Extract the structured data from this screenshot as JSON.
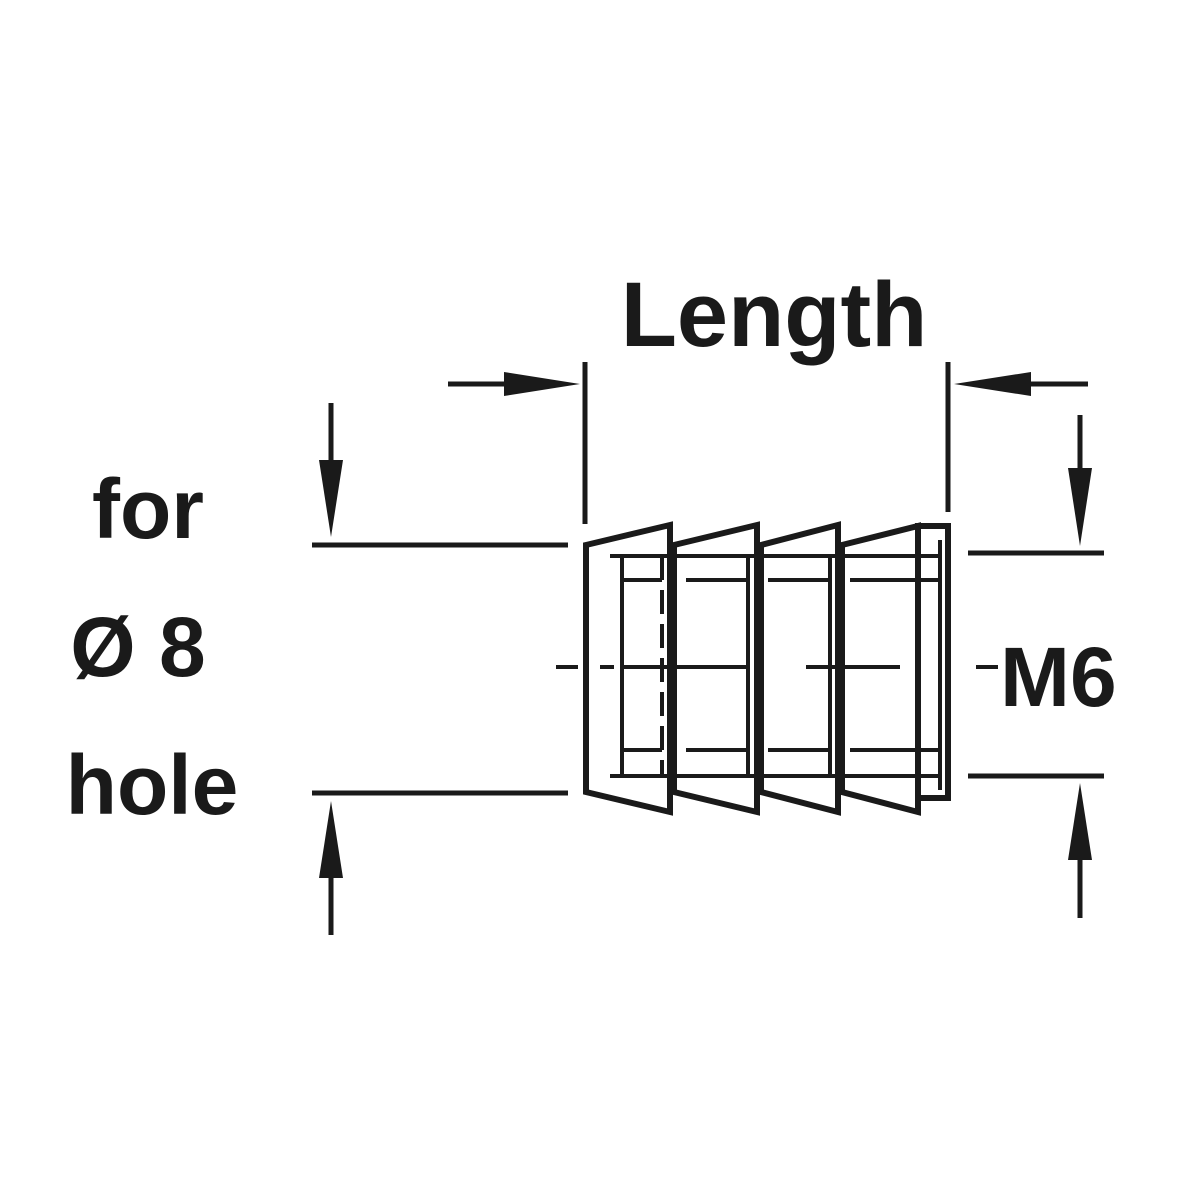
{
  "labels": {
    "length": "Length",
    "hole_line1": "for",
    "hole_line2": "Ø 8",
    "hole_line3": "hole",
    "thread": "M6"
  },
  "colors": {
    "ink": "#1a1a1a",
    "background": "#ffffff"
  }
}
